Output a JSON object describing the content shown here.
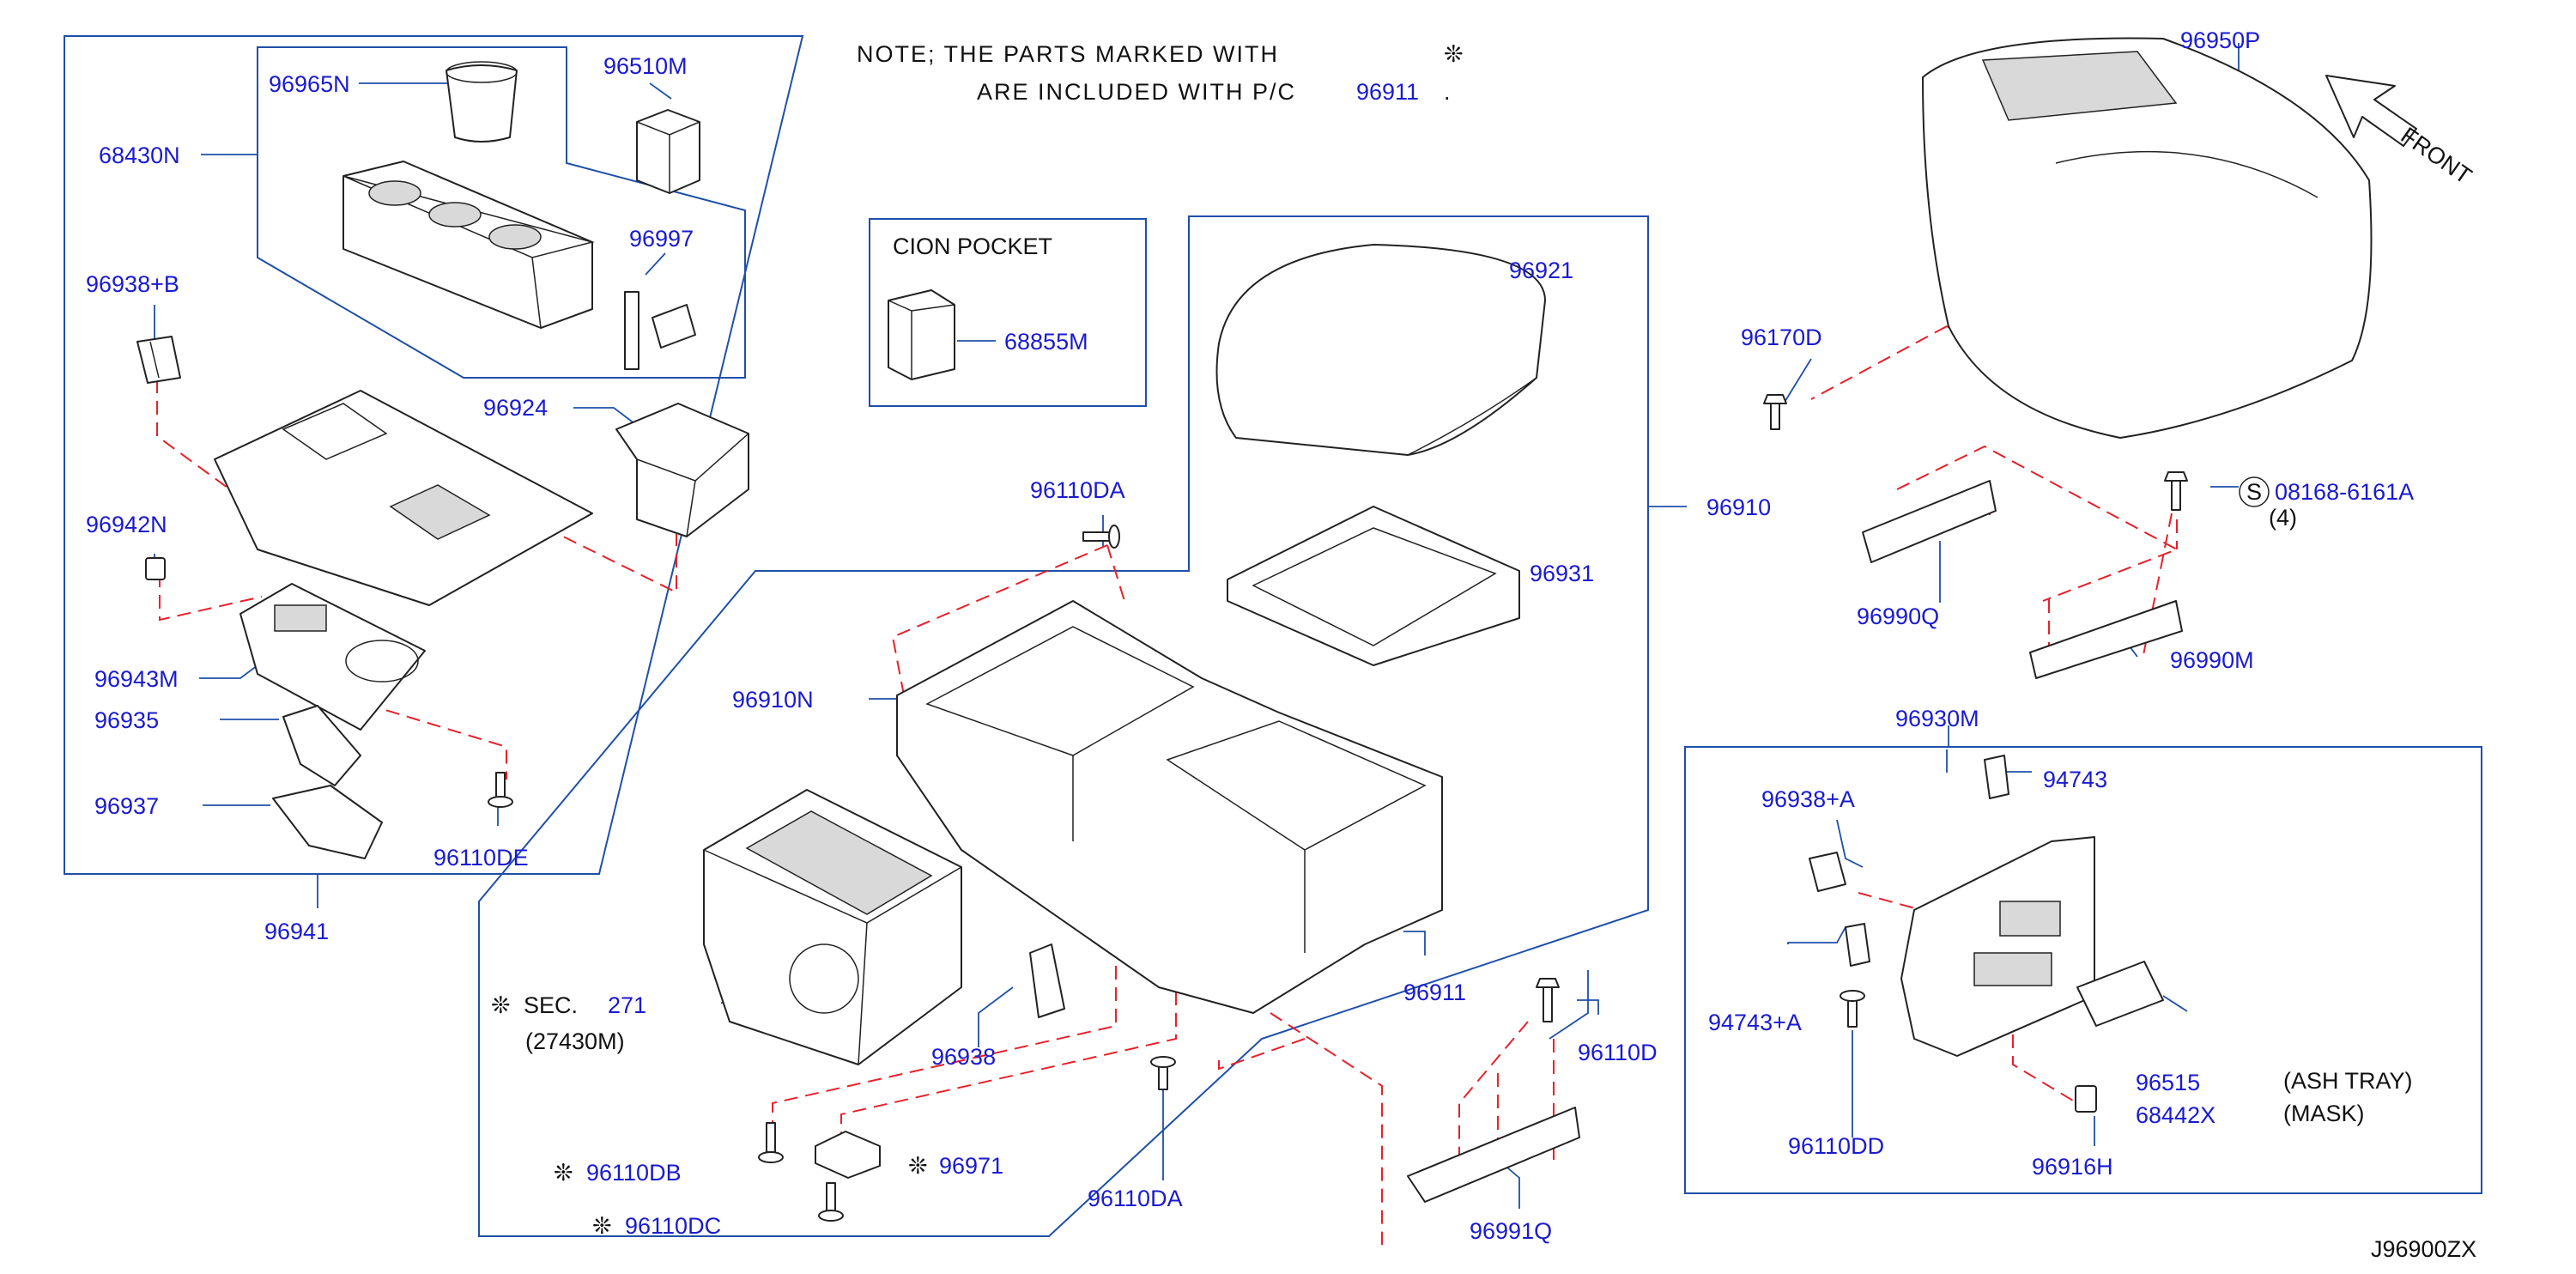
{
  "note": {
    "line1": "NOTE;  THE  PARTS  MARKED  WITH",
    "line2": "ARE  INCLUDED  WITH  P/C",
    "part": "96911",
    "end": "."
  },
  "front_label": "FRONT",
  "diagram_code": "J96900ZX",
  "cion_pocket_title": "CION  POCKET",
  "sec": {
    "prefix": "SEC.",
    "number": "271",
    "sub": "(27430M)"
  },
  "ash_tray": "(ASH  TRAY)",
  "mask": "(MASK)",
  "circle_s": "S",
  "bolt_qty": "(4)",
  "parts": {
    "p68430N": "68430N",
    "p96965N": "96965N",
    "p96510M": "96510M",
    "p96997": "96997",
    "p96938B": "96938+B",
    "p96924": "96924",
    "p96942N": "96942N",
    "p96943M": "96943M",
    "p96935": "96935",
    "p96937": "96937",
    "p96110DE": "96110DE",
    "p96941": "96941",
    "p68855M": "68855M",
    "p96921": "96921",
    "p96110DA_top": "96110DA",
    "p96910": "96910",
    "p96931": "96931",
    "p96910N": "96910N",
    "p96911": "96911",
    "p96938": "96938",
    "p96110DB": "96110DB",
    "p96971": "96971",
    "p96110DC": "96110DC",
    "p96110DA_bot": "96110DA",
    "p96110D": "96110D",
    "p96991Q": "96991Q",
    "p96950P": "96950P",
    "p96170D": "96170D",
    "p08168": "08168-6161A",
    "p96990Q": "96990Q",
    "p96990M": "96990M",
    "p96930M": "96930M",
    "p96938A": "96938+A",
    "p94743": "94743",
    "p94743A": "94743+A",
    "p96110DD": "96110DD",
    "p96515": "96515",
    "p68442X": "68442X",
    "p96916H": "96916H"
  },
  "colors": {
    "part_number": "#1a1ad0",
    "callout_box": "#1f4fa8",
    "leader_line": "#1f4fa8",
    "dashed_line": "#e8202a",
    "outline": "#222222"
  }
}
